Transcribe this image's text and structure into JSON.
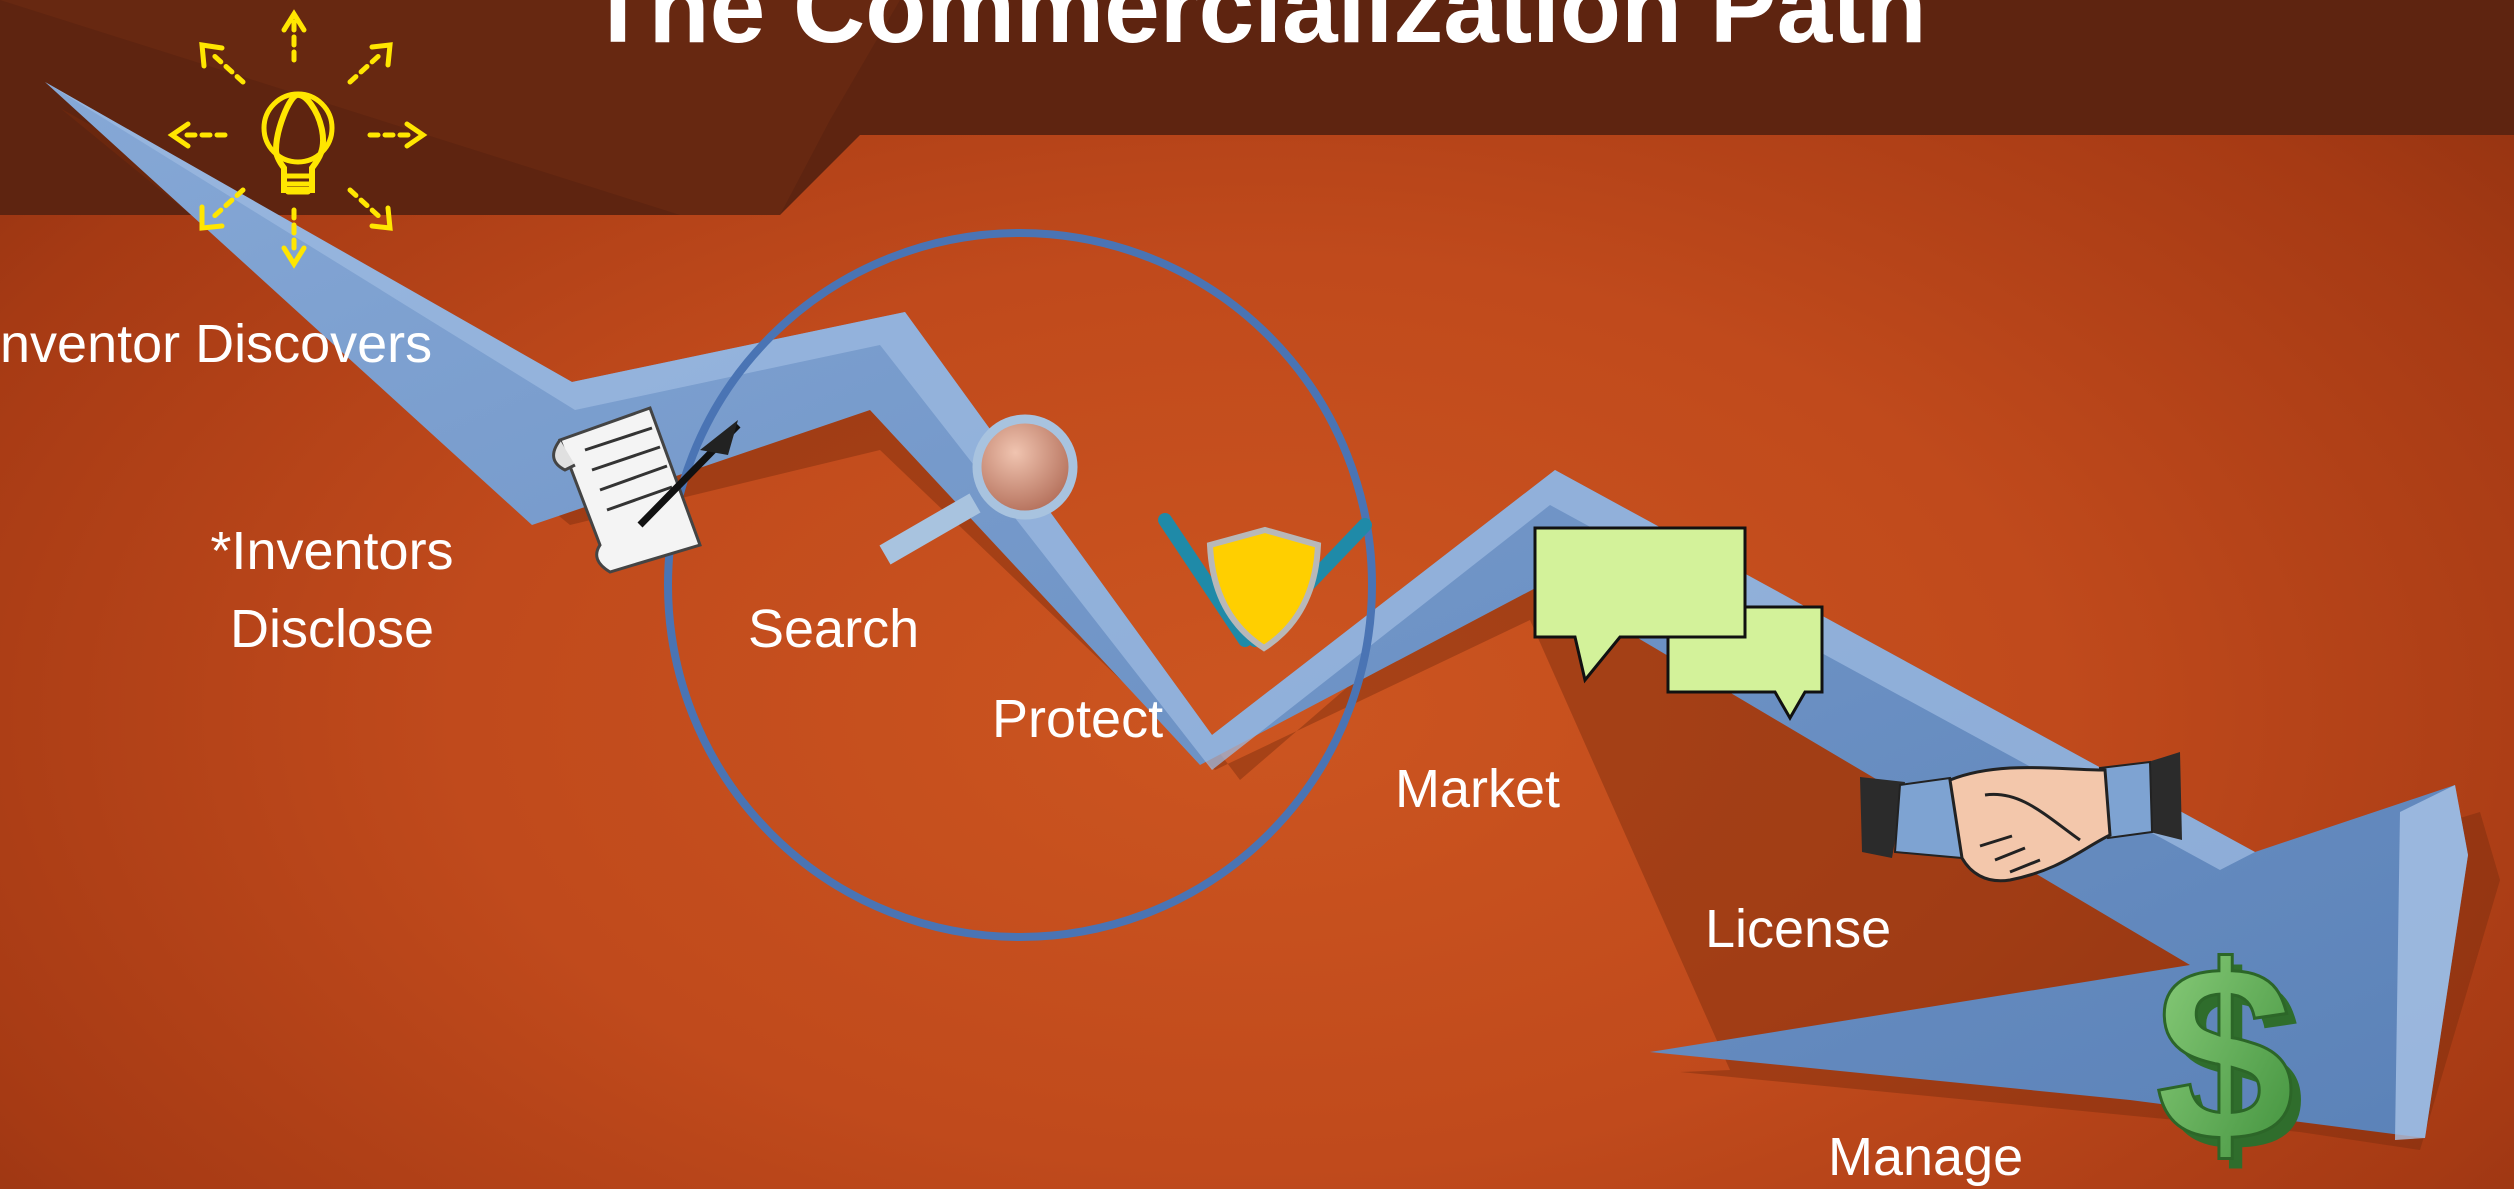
{
  "slide": {
    "title": "The Commercialization Path"
  },
  "steps": {
    "inventor_discovers": "nventor Discovers",
    "inventors_disclose_line1": "*Inventors",
    "inventors_disclose_line2": "Disclose",
    "search": "Search",
    "protect": "Protect",
    "market": "Market",
    "license": "License",
    "manage": "Manage"
  },
  "icons": {
    "lightbulb": "lightbulb-icon",
    "document": "document-quill-icon",
    "magnifier": "magnifying-glass-icon",
    "shield": "shield-swords-icon",
    "speech": "speech-bubbles-icon",
    "handshake": "handshake-icon",
    "money": "dollar-sign-icon"
  },
  "colors": {
    "background": "#c24b1c",
    "banner": "#5e2410",
    "arrow": "#6d93c4",
    "circle": "#4a74b4",
    "bulb": "#ffe600",
    "bubble": "#d3f29a",
    "shield": "#ffcf00",
    "dollar": "#5fae55",
    "text": "#ffffff"
  }
}
